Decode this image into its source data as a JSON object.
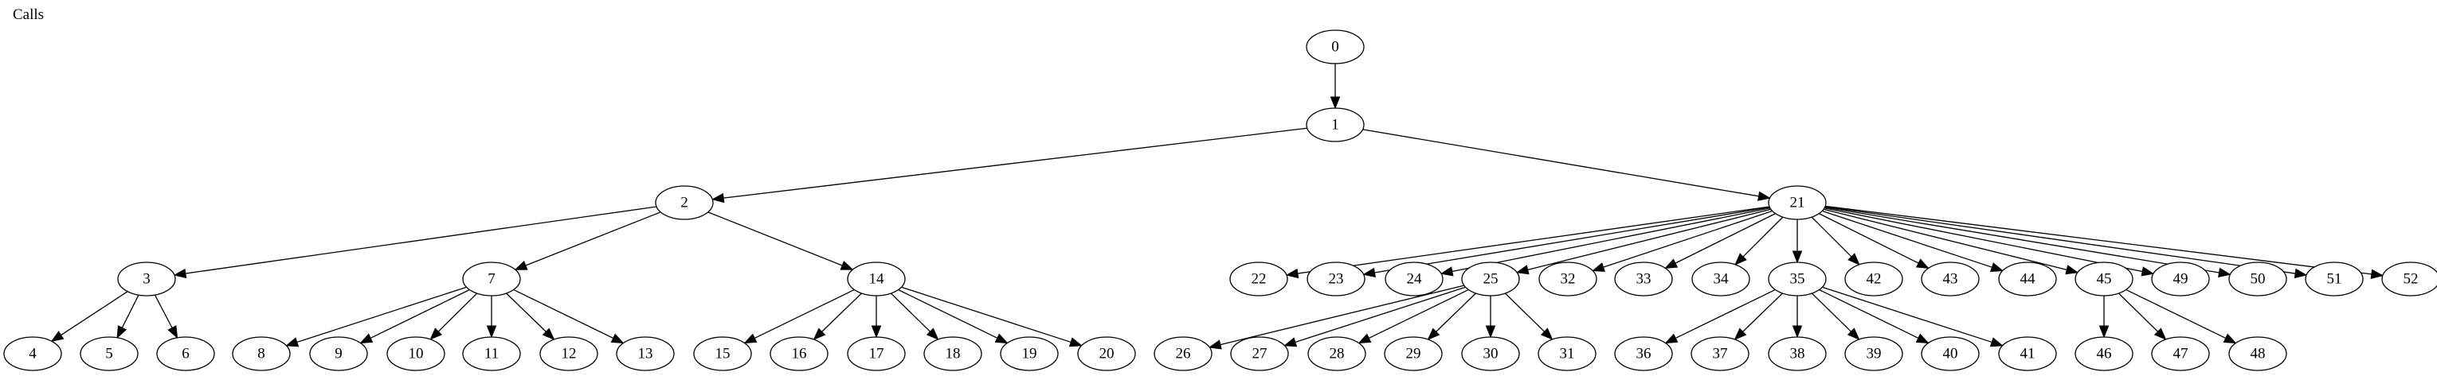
{
  "title": "Calls",
  "nodes": [
    "0",
    "1",
    "2",
    "3",
    "4",
    "5",
    "6",
    "7",
    "8",
    "9",
    "10",
    "11",
    "12",
    "13",
    "14",
    "15",
    "16",
    "17",
    "18",
    "19",
    "20",
    "21",
    "22",
    "23",
    "24",
    "25",
    "26",
    "27",
    "28",
    "29",
    "30",
    "31",
    "32",
    "33",
    "34",
    "35",
    "36",
    "37",
    "38",
    "39",
    "40",
    "41",
    "42",
    "43",
    "44",
    "45",
    "46",
    "47",
    "48",
    "49",
    "50",
    "51",
    "52"
  ],
  "edges": [
    [
      "0",
      "1"
    ],
    [
      "1",
      "2"
    ],
    [
      "1",
      "21"
    ],
    [
      "2",
      "3"
    ],
    [
      "2",
      "7"
    ],
    [
      "2",
      "14"
    ],
    [
      "3",
      "4"
    ],
    [
      "3",
      "5"
    ],
    [
      "3",
      "6"
    ],
    [
      "7",
      "8"
    ],
    [
      "7",
      "9"
    ],
    [
      "7",
      "10"
    ],
    [
      "7",
      "11"
    ],
    [
      "7",
      "12"
    ],
    [
      "7",
      "13"
    ],
    [
      "14",
      "15"
    ],
    [
      "14",
      "16"
    ],
    [
      "14",
      "17"
    ],
    [
      "14",
      "18"
    ],
    [
      "14",
      "19"
    ],
    [
      "14",
      "20"
    ],
    [
      "21",
      "22"
    ],
    [
      "21",
      "23"
    ],
    [
      "21",
      "24"
    ],
    [
      "21",
      "25"
    ],
    [
      "21",
      "32"
    ],
    [
      "21",
      "33"
    ],
    [
      "21",
      "34"
    ],
    [
      "21",
      "35"
    ],
    [
      "21",
      "42"
    ],
    [
      "21",
      "43"
    ],
    [
      "21",
      "44"
    ],
    [
      "21",
      "45"
    ],
    [
      "21",
      "49"
    ],
    [
      "21",
      "50"
    ],
    [
      "21",
      "51"
    ],
    [
      "21",
      "52"
    ],
    [
      "25",
      "26"
    ],
    [
      "25",
      "27"
    ],
    [
      "25",
      "28"
    ],
    [
      "25",
      "29"
    ],
    [
      "25",
      "30"
    ],
    [
      "25",
      "31"
    ],
    [
      "35",
      "36"
    ],
    [
      "35",
      "37"
    ],
    [
      "35",
      "38"
    ],
    [
      "35",
      "39"
    ],
    [
      "35",
      "40"
    ],
    [
      "35",
      "41"
    ],
    [
      "45",
      "46"
    ],
    [
      "45",
      "47"
    ],
    [
      "45",
      "48"
    ]
  ]
}
